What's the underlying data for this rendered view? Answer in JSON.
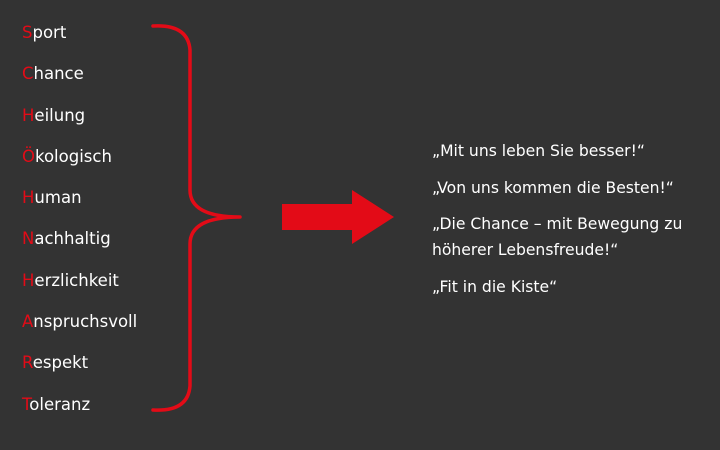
{
  "words": [
    {
      "initial": "S",
      "rest": "port"
    },
    {
      "initial": "C",
      "rest": "hance"
    },
    {
      "initial": "H",
      "rest": "eilung"
    },
    {
      "initial": "Ö",
      "rest": "kologisch"
    },
    {
      "initial": "H",
      "rest": "uman"
    },
    {
      "initial": "N",
      "rest": "achhaltig"
    },
    {
      "initial": "H",
      "rest": "erzlichkeit"
    },
    {
      "initial": "A",
      "rest": "nspruchsvoll"
    },
    {
      "initial": "R",
      "rest": "espekt"
    },
    {
      "initial": "T",
      "rest": "oleranz"
    }
  ],
  "slogans": [
    "„Mit uns leben Sie besser!“",
    "„Von uns kommen die Besten!“",
    "„Die Chance – mit Bewegung zu höherer Lebensfreude!“",
    "„Fit in die Kiste“"
  ],
  "colors": {
    "background": "#333333",
    "accent": "#e30b17",
    "text": "#ffffff"
  }
}
